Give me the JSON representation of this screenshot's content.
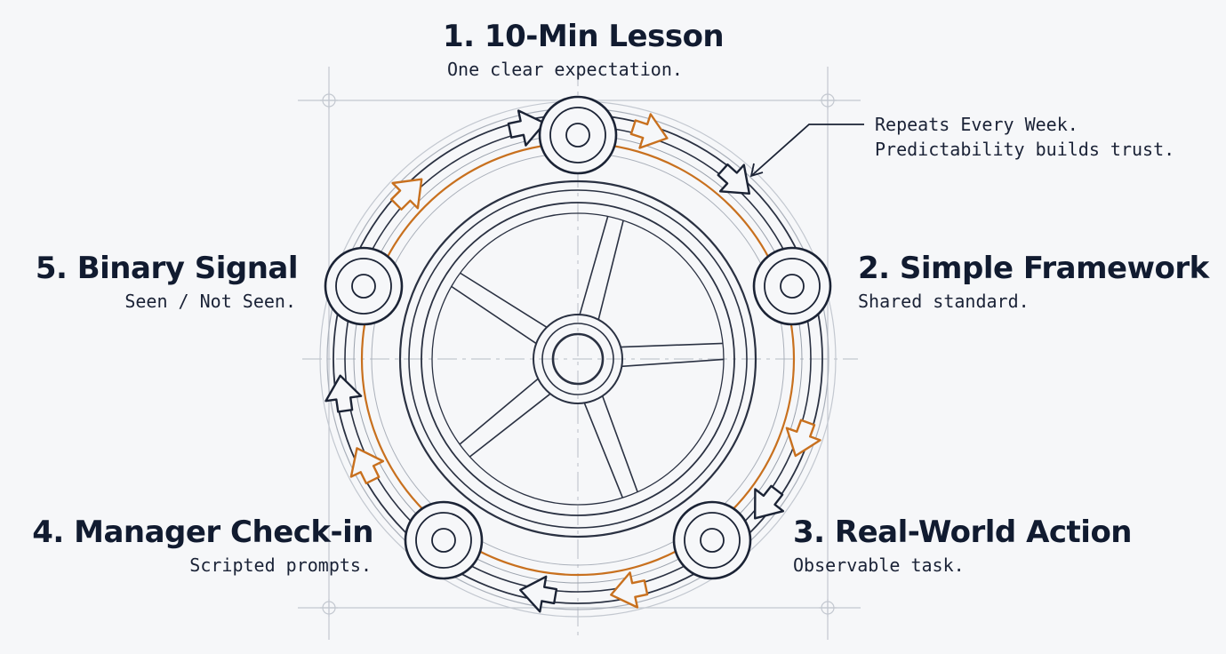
{
  "steps": [
    {
      "title": "1. 10-Min Lesson",
      "subtitle": "One clear expectation."
    },
    {
      "title": "2. Simple Framework",
      "subtitle": "Shared standard."
    },
    {
      "title": "3. Real-World Action",
      "subtitle": "Observable task."
    },
    {
      "title": "4. Manager Check-in",
      "subtitle": "Scripted prompts."
    },
    {
      "title": "5. Binary Signal",
      "subtitle": "Seen / Not Seen."
    }
  ],
  "annotation": {
    "line1": "Repeats Every Week.",
    "line2": "Predictability builds trust."
  },
  "colors": {
    "ink": "#1b2335",
    "accent": "#c8701e",
    "guide": "#c3c8d0",
    "background": "#f6f7f9"
  },
  "icons": [
    "node-circle-icon",
    "cycle-arrow-icon",
    "wheel-icon",
    "pointer-arrow-icon"
  ]
}
